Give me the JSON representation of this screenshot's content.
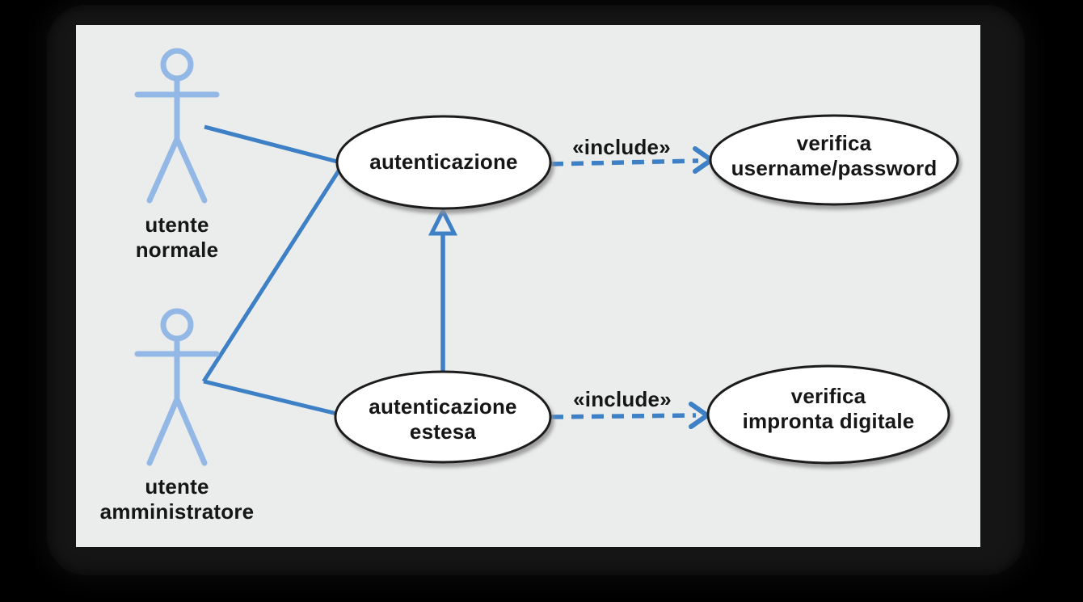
{
  "diagram": {
    "type": "uml-use-case",
    "language": "it",
    "actors": [
      {
        "id": "utente-normale",
        "label_lines": [
          "utente",
          "normale"
        ]
      },
      {
        "id": "utente-amministratore",
        "label_lines": [
          "utente",
          "amministratore"
        ]
      }
    ],
    "use_cases": [
      {
        "id": "autenticazione",
        "label_lines": [
          "autenticazione"
        ]
      },
      {
        "id": "verifica-username-password",
        "label_lines": [
          "verifica",
          "username/password"
        ]
      },
      {
        "id": "autenticazione-estesa",
        "label_lines": [
          "autenticazione",
          "estesa"
        ]
      },
      {
        "id": "verifica-impronta-digitale",
        "label_lines": [
          "verifica",
          "impronta digitale"
        ]
      }
    ],
    "relationships": [
      {
        "type": "association",
        "from": "utente-normale",
        "to": "autenticazione"
      },
      {
        "type": "association",
        "from": "utente-amministratore",
        "to": "autenticazione"
      },
      {
        "type": "association",
        "from": "utente-amministratore",
        "to": "autenticazione-estesa"
      },
      {
        "type": "include",
        "from": "autenticazione",
        "to": "verifica-username-password",
        "label": "«include»"
      },
      {
        "type": "include",
        "from": "autenticazione-estesa",
        "to": "verifica-impronta-digitale",
        "label": "«include»"
      },
      {
        "type": "generalization",
        "from": "autenticazione-estesa",
        "to": "autenticazione"
      }
    ],
    "colors": {
      "page_bg": "#000000",
      "panel_bg": "#EBEDEC",
      "line_blue": "#3E80C6",
      "actor_blue": "#94B8E5",
      "ellipse_fill": "#FFFFFF",
      "ellipse_stroke": "#1A1A1A",
      "text": "#161616"
    }
  }
}
